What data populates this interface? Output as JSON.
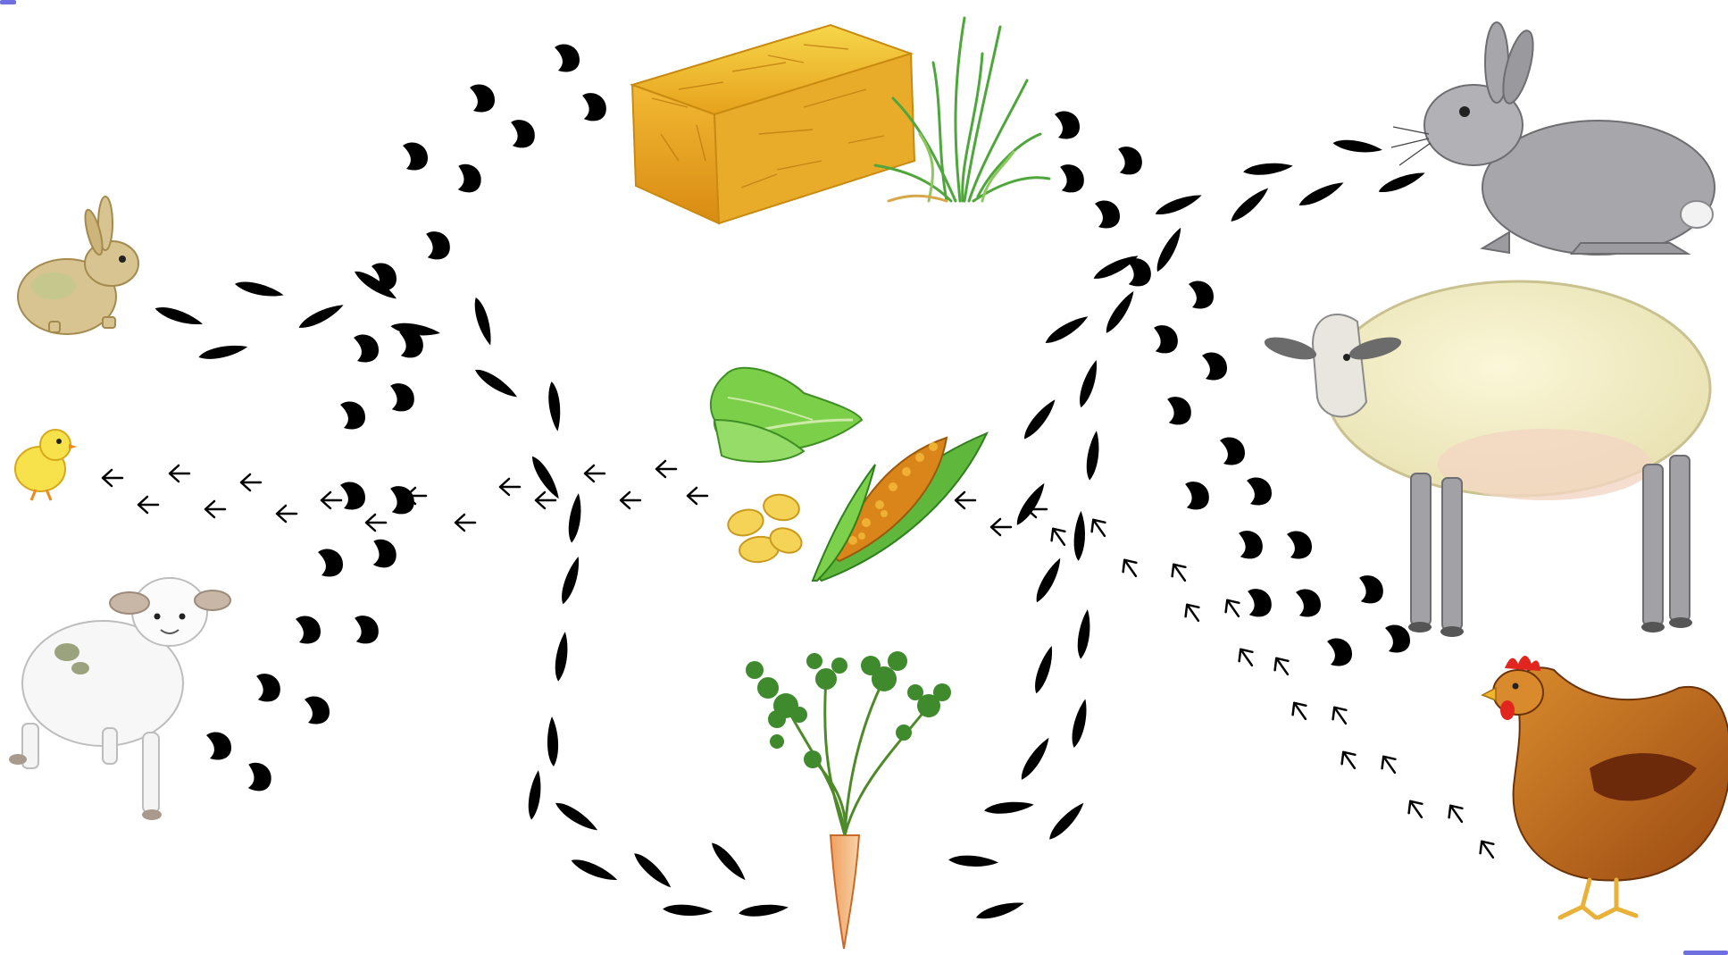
{
  "diagram": {
    "title": "",
    "colors": {
      "background": "#ffffff",
      "track": "#000000",
      "accent": "#6f6fe0"
    },
    "animals": [
      {
        "id": "young-rabbit",
        "icon": "young-rabbit-icon"
      },
      {
        "id": "chick",
        "icon": "chick-icon"
      },
      {
        "id": "lamb",
        "icon": "lamb-icon"
      },
      {
        "id": "adult-rabbit",
        "icon": "adult-rabbit-icon"
      },
      {
        "id": "sheep",
        "icon": "sheep-icon"
      },
      {
        "id": "hen",
        "icon": "hen-icon"
      }
    ],
    "foods": [
      {
        "id": "hay-bale",
        "icon": "hay-bale-icon"
      },
      {
        "id": "grass",
        "icon": "grass-icon"
      },
      {
        "id": "lettuce",
        "icon": "lettuce-icon"
      },
      {
        "id": "corn-kernels",
        "icon": "corn-kernels-icon"
      },
      {
        "id": "corn-cob",
        "icon": "corn-cob-icon"
      },
      {
        "id": "carrot",
        "icon": "carrot-icon"
      }
    ],
    "track_types": [
      "rabbit-footprint-icon",
      "hoof-print-icon",
      "bird-footprint-icon"
    ]
  }
}
